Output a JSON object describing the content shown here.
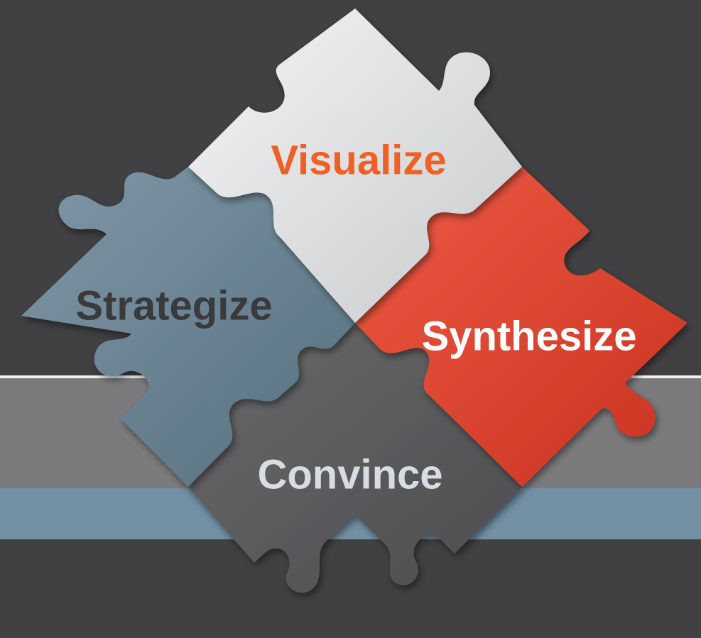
{
  "pieces": {
    "visualize": {
      "label": "Visualize",
      "color": "#e8e8ea",
      "text_color": "#ef6024"
    },
    "strategize": {
      "label": "Strategize",
      "color": "#6f8796",
      "text_color": "#3a3a3c"
    },
    "synthesize": {
      "label": "Synthesize",
      "color": "#e5412d",
      "text_color": "#ffffff"
    },
    "convince": {
      "label": "Convince",
      "color": "#5f5f61",
      "text_color": "#d7dde3"
    }
  },
  "colors": {
    "background": "#414143",
    "band_gray": "#7b7b7d",
    "band_blue": "#7390a4",
    "band_line": "#f2f2f2"
  }
}
